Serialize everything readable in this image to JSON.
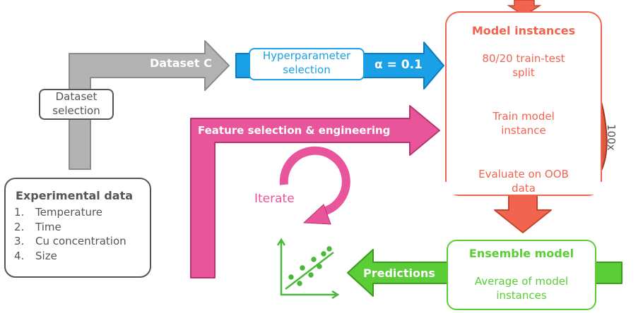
{
  "experimental_data": {
    "title": "Experimental data",
    "items": [
      {
        "num": "1.",
        "label": "Temperature"
      },
      {
        "num": "2.",
        "label": "Time"
      },
      {
        "num": "3.",
        "label": "Cu concentration"
      },
      {
        "num": "4.",
        "label": "Size"
      }
    ]
  },
  "dataset_selection": {
    "line1": "Dataset",
    "line2": "selection"
  },
  "dataset_c": "Dataset C",
  "hyperparameter": {
    "line1": "Hyperparameter",
    "line2": "selection",
    "alpha": "α = 0.1"
  },
  "model_instances": {
    "title": "Model instances",
    "step1_line1": "80/20 train-test",
    "step1_line2": "split",
    "step2_line1": "Train model",
    "step2_line2": "instance",
    "step3_line1": "Evaluate on OOB",
    "step3_line2": "data",
    "loop_label": "100x"
  },
  "feature_selection": "Feature selection & engineering",
  "iterate": "Iterate",
  "ensemble": {
    "title": "Ensemble model",
    "line1": "Average of model",
    "line2": "instances"
  },
  "predictions": "Predictions",
  "colors": {
    "gray_arrow": "#b3b3b3",
    "blue_arrow": "#1aa0e6",
    "red": "#f06450",
    "pink": "#e8559b",
    "green": "#5acd37",
    "dark_gray": "#555555"
  }
}
